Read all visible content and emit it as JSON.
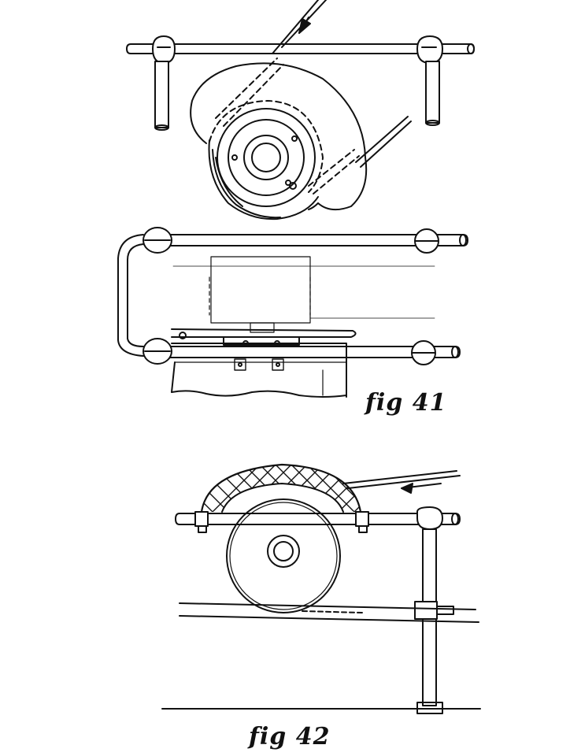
{
  "figures": [
    {
      "id": "fig41",
      "caption": "fig 41"
    },
    {
      "id": "fig42",
      "caption": "fig 42"
    }
  ],
  "colors": {
    "ink": "#111111",
    "paper": "#ffffff"
  }
}
